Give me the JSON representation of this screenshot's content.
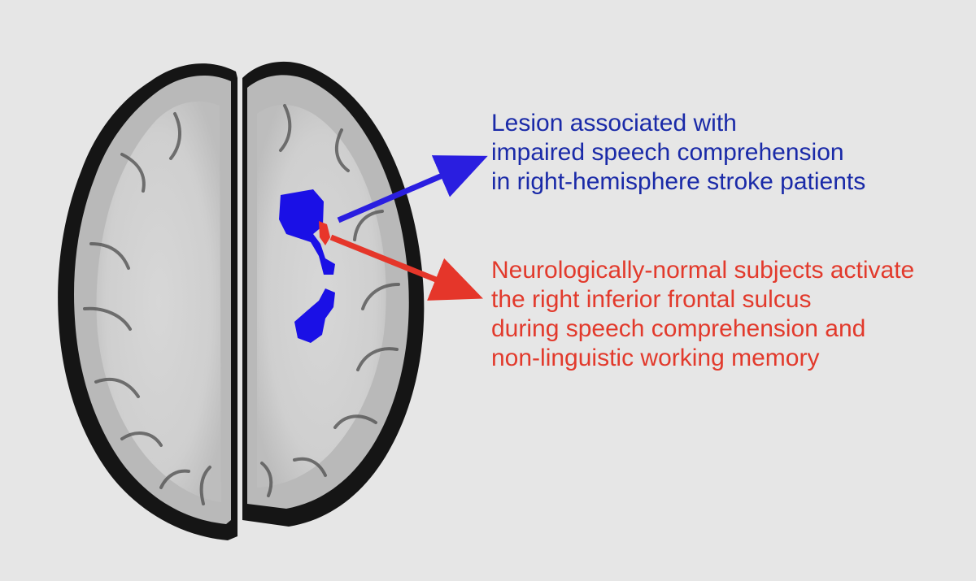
{
  "colors": {
    "background": "#e6e6e6",
    "lesion_blue": "#1a10e6",
    "activation_red": "#e8352a",
    "blue_text": "#1a2aa8",
    "red_text": "#e23a2c"
  },
  "annotations": {
    "lesion": {
      "lines": [
        "Lesion associated with",
        "impaired speech comprehension",
        "in right-hemisphere stroke patients"
      ]
    },
    "activation": {
      "lines": [
        "Neurologically-normal subjects activate",
        "the right inferior frontal sulcus",
        "during speech comprehension and",
        "non-linguistic working memory"
      ]
    }
  }
}
